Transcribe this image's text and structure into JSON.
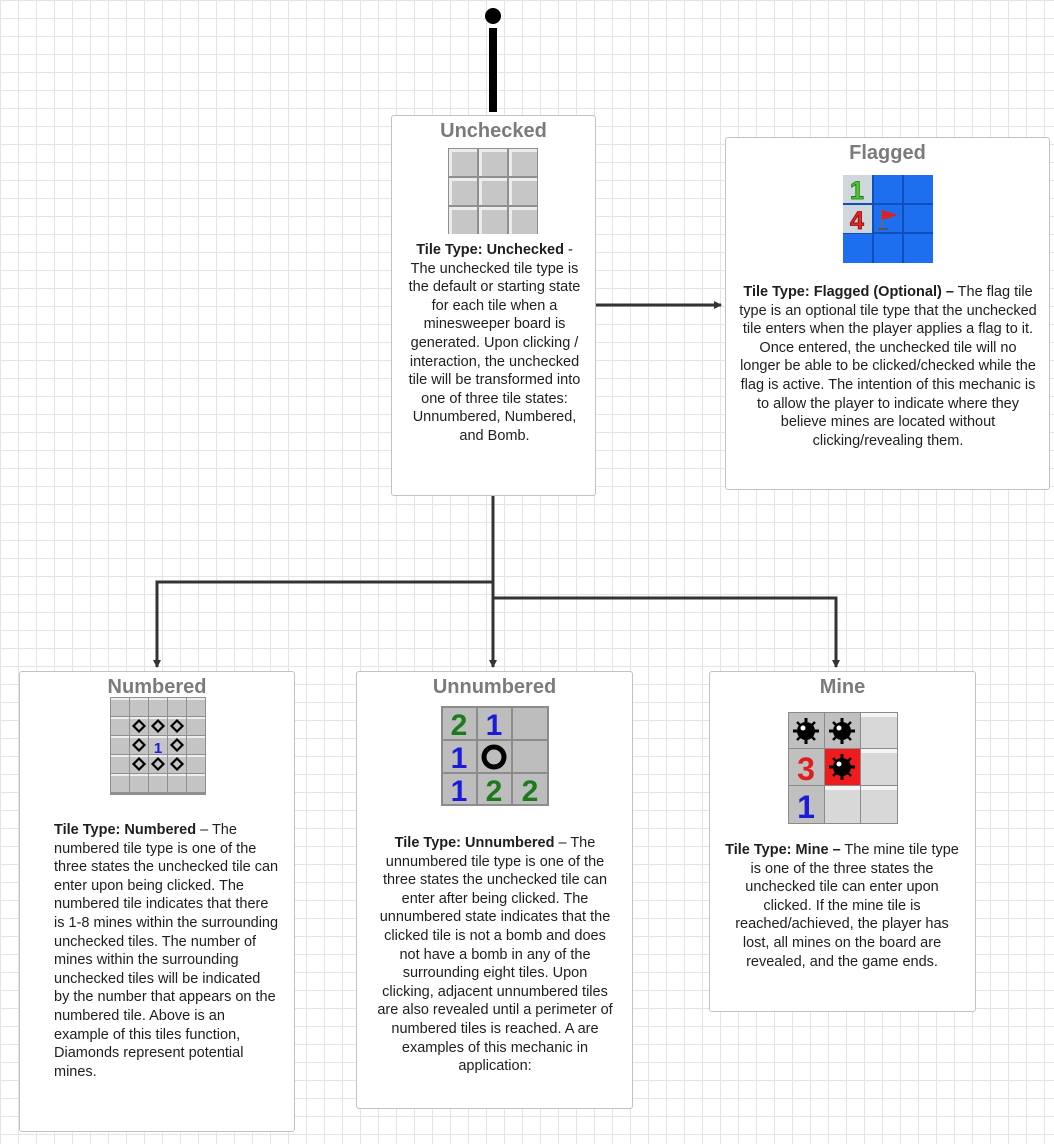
{
  "states": {
    "unchecked": {
      "title": "Unchecked",
      "label": "Tile Type: Unchecked",
      "text": " - The unchecked tile type is the default or starting state for each tile when a minesweeper board is generated. Upon clicking / interaction, the unchecked tile will be transformed into one of three tile states: Unnumbered, Numbered, and Bomb."
    },
    "flagged": {
      "title": "Flagged",
      "label": "Tile Type: Flagged (Optional) –",
      "text": " The flag tile type is an optional tile type that the unchecked tile enters when the player applies a flag to it. Once entered, the unchecked tile will no longer be able to be clicked/checked while the flag is active. The intention of this mechanic is to allow the player to indicate where they believe mines are located without clicking/revealing them.",
      "icon_numbers": [
        "1",
        "4"
      ]
    },
    "numbered": {
      "title": "Numbered",
      "label": "Tile Type: Numbered",
      "text": " – The numbered tile type is one of the three states the unchecked tile can enter upon being clicked. The numbered tile indicates that there is 1-8 mines within the surrounding unchecked tiles. The number of mines within the surrounding unchecked tiles will be indicated by the number that appears on the numbered tile. Above is an example of this tiles function, Diamonds represent potential mines.",
      "icon_number": "1"
    },
    "unnumbered": {
      "title": "Unnumbered",
      "label": "Tile Type: Unnumbered",
      "text": " – The unnumbered tile type is one of the three states the unchecked tile can enter after being clicked. The unnumbered state indicates that the clicked tile is not a bomb and does not have a bomb in any of the surrounding eight tiles. Upon clicking, adjacent unnumbered tiles are also revealed until a perimeter of numbered tiles is reached. A are examples of this mechanic in application:",
      "icon_numbers": [
        "2",
        "1",
        "1",
        "1",
        "2",
        "2"
      ]
    },
    "mine": {
      "title": "Mine",
      "label": "Tile Type: Mine –",
      "text": " The mine tile type is one of the three states the unchecked tile can enter upon clicked. If the mine tile is reached/achieved, the player has lost, all mines on the board are revealed, and the game ends.",
      "icon_numbers": [
        "3",
        "1"
      ]
    }
  },
  "colors": {
    "num1": "#1c1cd8",
    "num2": "#1c7a1c",
    "num3": "#e01c1c",
    "num4": "#cc1818",
    "flag_blue": "#1e6ff0",
    "mine_red": "#ee1c1c"
  }
}
